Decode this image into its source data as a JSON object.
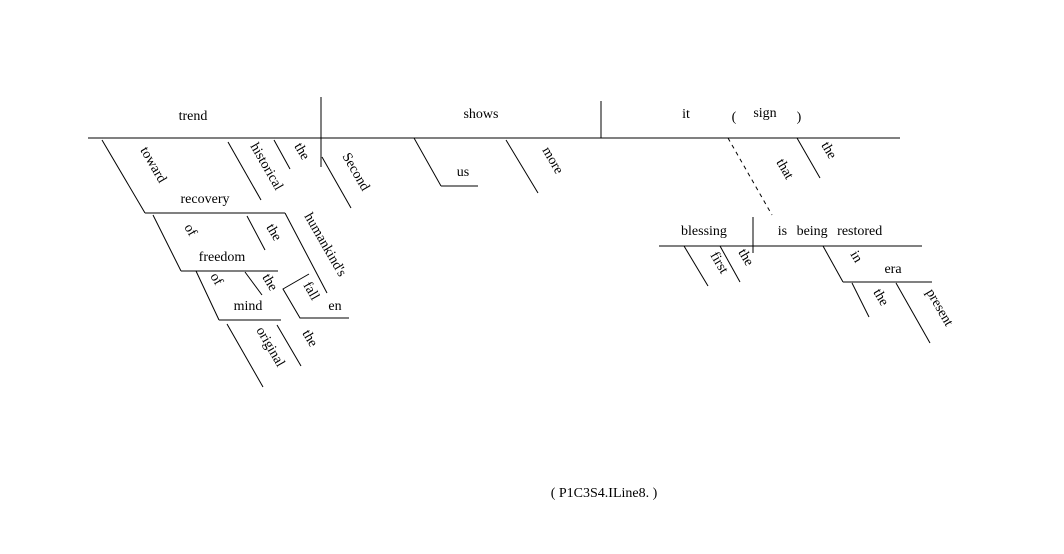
{
  "diagram": {
    "main": {
      "subject": "trend",
      "verb": "shows",
      "object": "it",
      "appositive_open": "(",
      "appositive": "sign",
      "appositive_close": ")"
    },
    "modifiers": {
      "toward": "toward",
      "recovery": "recovery",
      "historical": "historical",
      "the_trend": "the",
      "second": "Second",
      "us": "us",
      "more": "more",
      "of_1": "of",
      "freedom": "freedom",
      "the_freedom": "the",
      "humankinds": "humankind's",
      "of_2": "of",
      "mind": "mind",
      "the_mind": "the",
      "fall": "fall",
      "en": "en",
      "the_fall": "the",
      "original": "original",
      "that": "that",
      "the_sign": "the"
    },
    "clause": {
      "subject": "blessing",
      "verb": "is being restored",
      "first": "first",
      "the_blessing": "the",
      "in": "in",
      "era": "era",
      "the_era": "the",
      "present": "present"
    },
    "footer": "( P1C3S4.ILine8. )"
  }
}
